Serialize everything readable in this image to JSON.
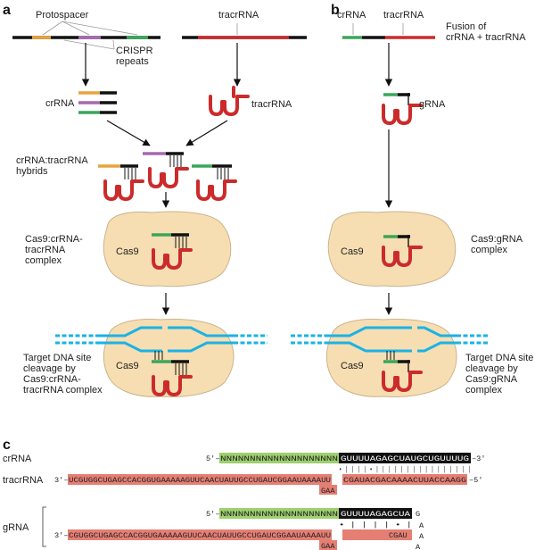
{
  "colors": {
    "orange": "#e8a33b",
    "purple": "#a868b0",
    "green": "#3aa65a",
    "black": "#111111",
    "red": "#cc2b2b",
    "cell_fill": "#f7deb2",
    "cell_stroke": "#c9b48d",
    "dna": "#1ab3e6",
    "lime": "#9ed06e",
    "salmon": "#e57f74",
    "gray_line": "#999999"
  },
  "panels": {
    "a": "a",
    "b": "b",
    "c": "c"
  },
  "panel_a": {
    "protospacer": "Protospacer",
    "crispr_repeats": "CRISPR\nrepeats",
    "tracrrna_top": "tracrRNA",
    "crrna": "crRNA",
    "tracrrna": "tracrRNA",
    "hybrids": "crRNA:tracrRNA\nhybrids",
    "complex": "Cas9:crRNA-\ntracrRNA\ncomplex",
    "cas9_1": "Cas9",
    "cas9_2": "Cas9",
    "cleavage": "Target DNA site\ncleavage by\nCas9:crRNA-\ntracrRNA complex"
  },
  "panel_b": {
    "crrna": "crRNA",
    "tracrrna": "tracrRNA",
    "fusion": "Fusion of\ncrRNA + tracrRNA",
    "grna": "gRNA",
    "cas9_1": "Cas9",
    "complex": "Cas9:gRNA\ncomplex",
    "cas9_2": "Cas9",
    "cleavage": "Target DNA site\ncleavage by\nCas9:gRNA\ncomplex"
  },
  "panel_c": {
    "crrna_label": "crRNA",
    "tracrrna_label": "tracrRNA",
    "grna_label": "gRNA",
    "crrna_5": "5′–",
    "crrna_n": "NNNNNNNNNNNNNNNNNNNN",
    "crrna_repeat": "GUUUUAGAGCUAUGCUGUUUUG",
    "crrna_3": "–3′",
    "pairing": "• | | | | • | | | | | | | | | | | | | | | |",
    "tracr_3": "3′–",
    "tracr_seq": "UCGUGGCUGAGCCACGGUGAAAAAGUUCAACUAUUGCCUGAUCGGAAUAAAAUU",
    "tracr_seq2": "CGAUACGACAAAACUUACCAAGG",
    "tracr_5": "–5′",
    "tracr_bulge": "GAA",
    "grna_5": "5′–",
    "grna_n": "NNNNNNNNNNNNNNNNNNNN",
    "grna_repeat": "GUUUUAGAGCUA",
    "grna_loop_g": "G",
    "grna_loop_a1": "A",
    "grna_loop_a2": "A",
    "grna_loop_a3": "A",
    "grna_pairing": "• | | | | • |",
    "grna_3": "3′–",
    "grna_seq": "CGUGGCUGAGCCACGGUGAAAAAGUUCAACUAUUGCCUGAUCGGAAUAAAAUU",
    "grna_seq2": "CGAU",
    "grna_bulge": "GAA"
  }
}
